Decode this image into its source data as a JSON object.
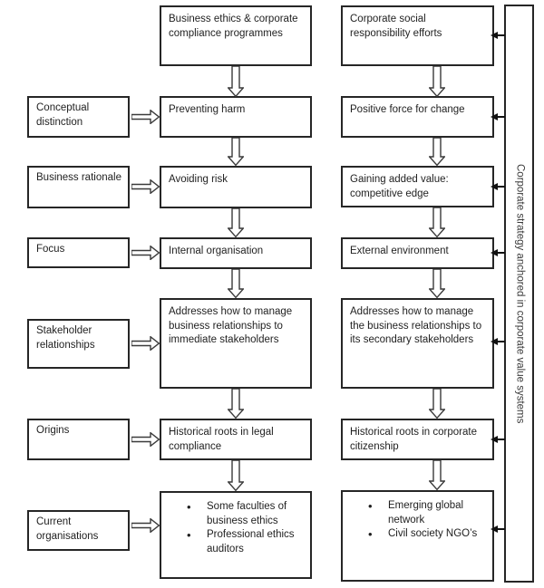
{
  "page": {
    "background": "#ffffff",
    "border_color": "#262626",
    "text_color": "#1f1f1f"
  },
  "row_labels": {
    "conceptual_distinction": "Conceptual distinction",
    "business_rationale": "Business rationale",
    "focus": "Focus",
    "stakeholder_relationships": "Stakeholder relationships",
    "origins": "Origins",
    "current_organisations": "Current organisations"
  },
  "compliance_column": {
    "header": "Business ethics & corporate compliance programmes",
    "conceptual_distinction": "Preventing harm",
    "business_rationale": "Avoiding risk",
    "focus": "Internal organisation",
    "stakeholder_relationships": "Addresses how to manage business relationships to immediate stakeholders",
    "origins": "Historical roots in legal compliance",
    "current_organisations": [
      "Some faculties of business ethics",
      "Professional ethics auditors"
    ]
  },
  "csr_column": {
    "header": "Corporate social responsibility efforts",
    "conceptual_distinction": "Positive force for change",
    "business_rationale": "Gaining added value: competitive edge",
    "focus": "External environment",
    "stakeholder_relationships": "Addresses how to manage the business relationships to its secondary stakeholders",
    "origins": "Historical roots in corporate citizenship",
    "current_organisations": [
      "Emerging global network",
      "Civil society NGO’s"
    ]
  },
  "sidebar": {
    "text": "Corporate strategy anchored in corporate value systems"
  }
}
